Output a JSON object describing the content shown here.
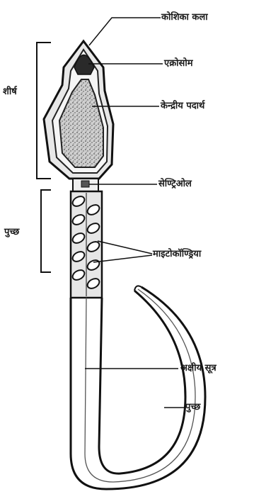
{
  "labels": {
    "cell_membrane": "कोशिका कला",
    "acrosome": "एक्रोसोम",
    "nucleus": "केन्द्रीय पदार्थ",
    "centriole": "सेण्ट्रिओल",
    "mitochondria": "माइटोकॉण्ड्रिया",
    "axial_filament": "अक्षीय सूत्र",
    "tail": "पुच्छ"
  },
  "brackets": {
    "head": "शीर्ष",
    "tail": "पुच्छ"
  }
}
